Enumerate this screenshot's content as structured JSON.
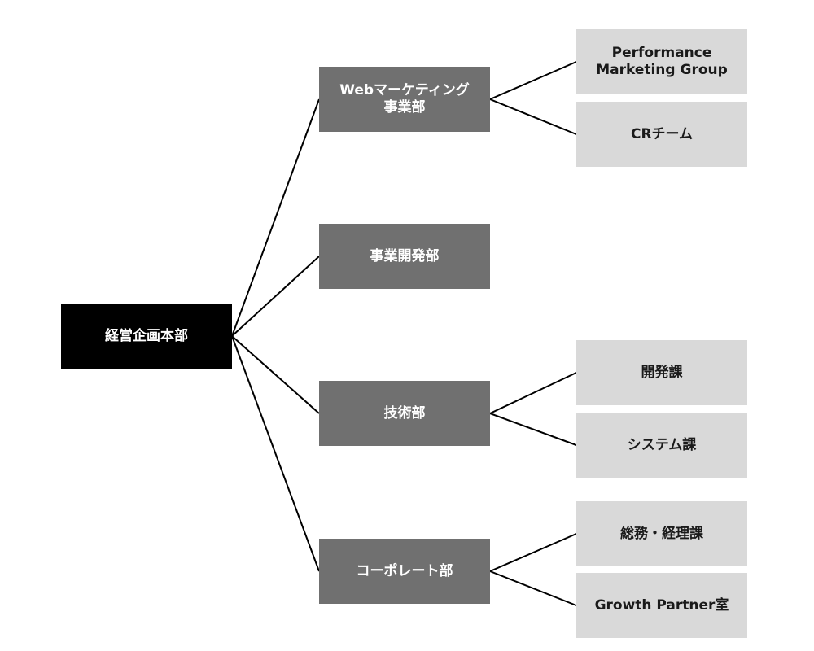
{
  "colors": {
    "root_bg": "#000000",
    "dept_bg": "#707070",
    "sub_bg": "#d9d9d9",
    "line": "#000000"
  },
  "org": {
    "root": {
      "label": "経営企画本部"
    },
    "departments": [
      {
        "label": "Webマーケティング\n事業部",
        "children": [
          {
            "label": "Performance\nMarketing Group"
          },
          {
            "label": "CRチーム"
          }
        ]
      },
      {
        "label": "事業開発部",
        "children": []
      },
      {
        "label": "技術部",
        "children": [
          {
            "label": "開発課"
          },
          {
            "label": "システム課"
          }
        ]
      },
      {
        "label": "コーポレート部",
        "children": [
          {
            "label": "総務・経理課"
          },
          {
            "label": "Growth Partner室"
          }
        ]
      }
    ]
  }
}
